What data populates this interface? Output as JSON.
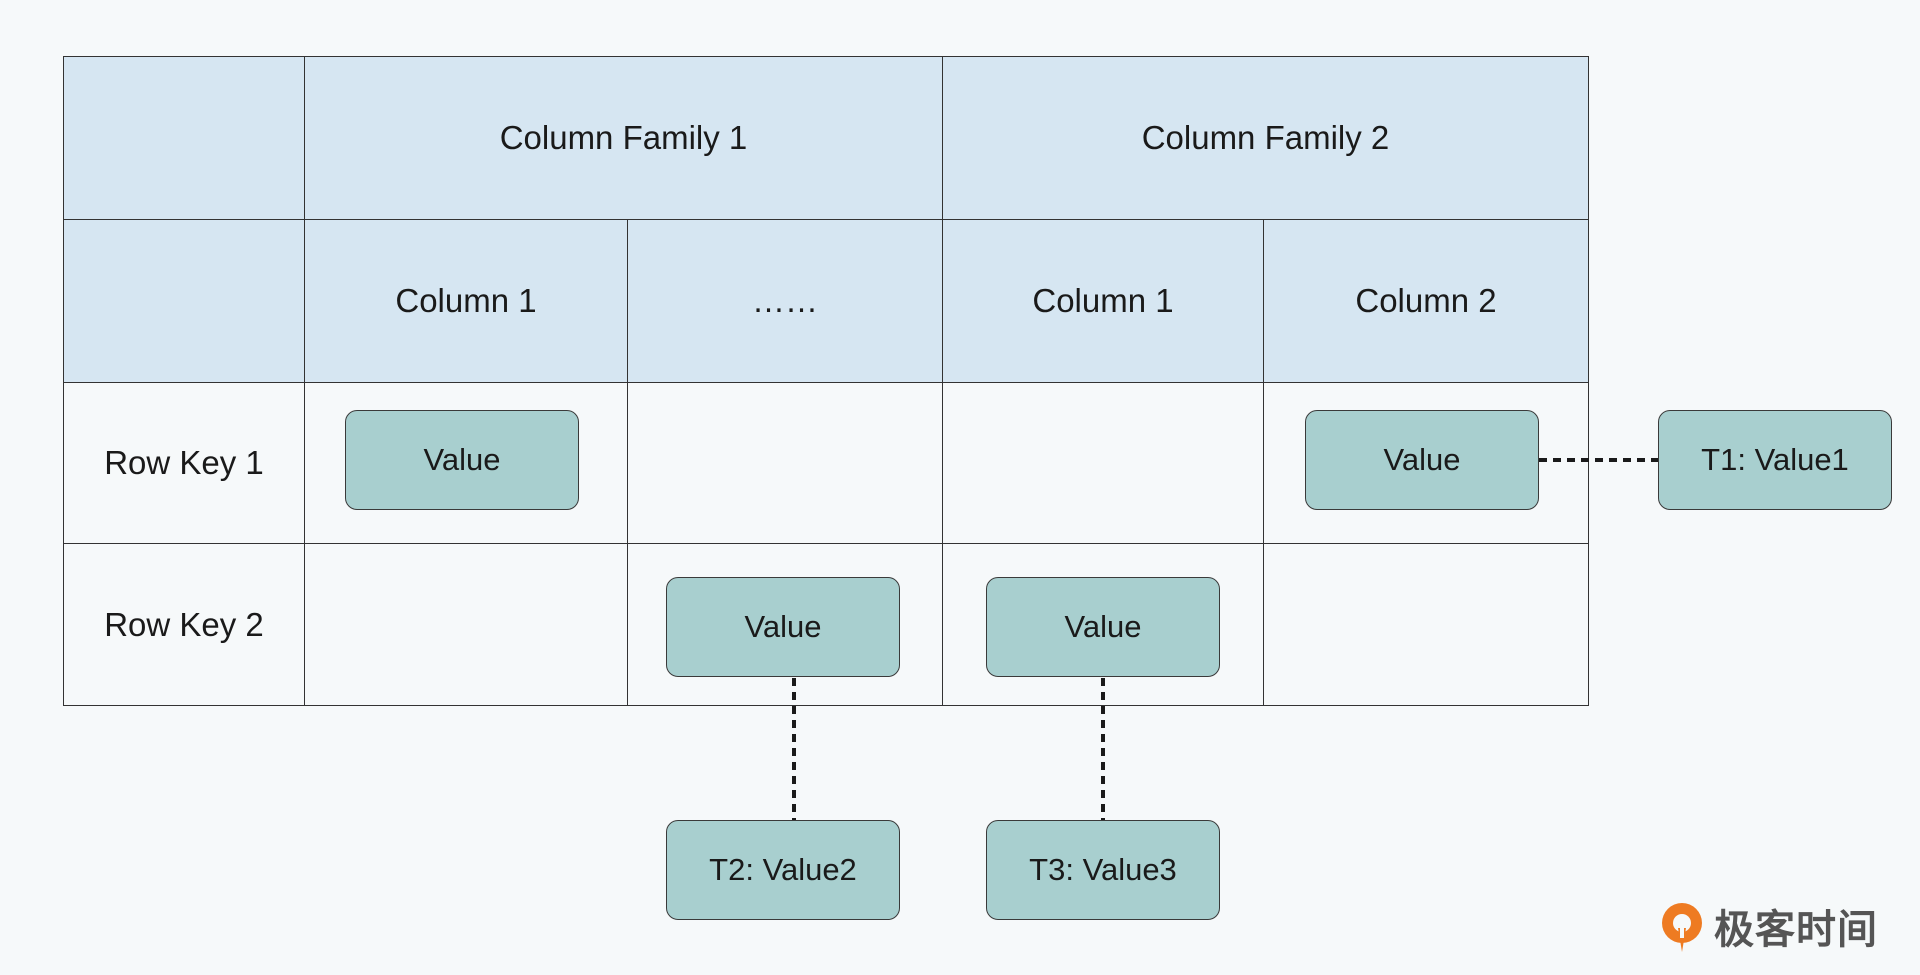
{
  "header": {
    "family_1": "Column Family 1",
    "family_2": "Column Family 2"
  },
  "columns": [
    "Column 1",
    "……",
    "Column 1",
    "Column 2"
  ],
  "rows": [
    "Row Key 1",
    "Row Key 2"
  ],
  "cell_values": {
    "r1_c1": "Value",
    "r1_c4": "Value",
    "r2_c2": "Value",
    "r2_c3": "Value"
  },
  "versions": {
    "t1": "T1: Value1",
    "t2": "T2: Value2",
    "t3": "T3: Value3"
  },
  "logo": {
    "text": "极客时间",
    "icon": "geektime-logo-icon",
    "color": "#ee7b22"
  },
  "colors": {
    "header_fill": "#d6e6f2",
    "value_box_fill": "#a8cfcf",
    "background": "#f6f9fa"
  }
}
